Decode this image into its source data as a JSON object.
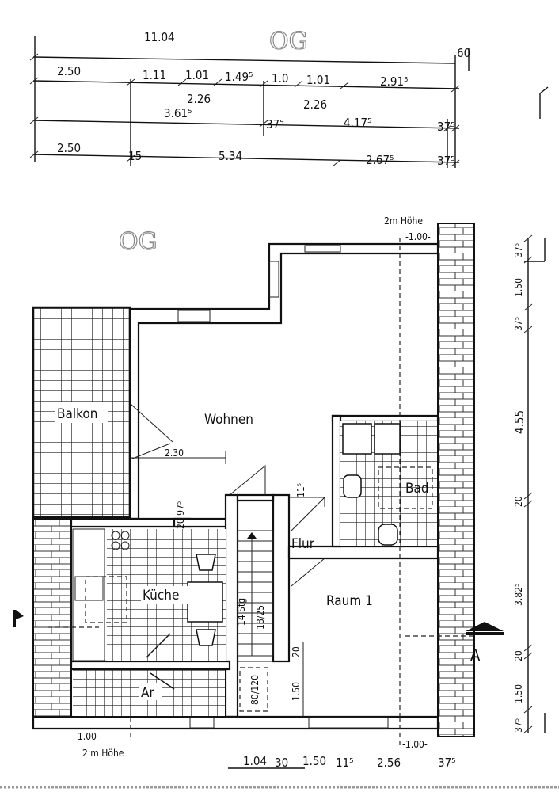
{
  "title_handwritten": "OG",
  "plan_label_handwritten": "OG",
  "top_dimensions": {
    "overall": "11.04",
    "overhang": "60",
    "row2": [
      "2.50",
      "1.11",
      "1.01",
      "1.49⁵",
      "1.0",
      "1.01",
      "2.91⁵"
    ],
    "row2_sub": [
      "2.26",
      "2.26"
    ],
    "row3": [
      "3.61⁵",
      "37⁵",
      "4.17⁵",
      "37⁵"
    ],
    "row4": [
      "2.50",
      "15",
      "5.34",
      "2.67⁵",
      "37⁵"
    ]
  },
  "right_dimensions": [
    "37⁵",
    "1.50",
    "37⁵",
    "4.55",
    "20",
    "3.82⁵",
    "20",
    "1.50",
    "37⁵"
  ],
  "bottom_dimensions": [
    "1.04",
    "30",
    "1.50",
    "11⁵",
    "2.56",
    "37⁵"
  ],
  "rooms": {
    "balkon": "Balkon",
    "wohnen": "Wohnen",
    "kueche": "Küche",
    "ar": "Ar",
    "bad": "Bad",
    "flur": "Flur",
    "raum1": "Raum 1"
  },
  "annotations": {
    "height_top": "2m Höhe",
    "height_top_dim": "-1.00-",
    "height_bottom_left": "2 m Höhe",
    "height_bottom_left_dim": "-1.00-",
    "height_bottom_right_dim": "-1.00-",
    "wohnen_width": "2.30",
    "kitchen_opening": "20 97⁵",
    "flur_dim": "11⁵",
    "stairs": "14 Stg",
    "stairs_ratio": "18/25",
    "raum_dim_20": "20",
    "raum_dim_150": "1.50",
    "window_size": "80/120",
    "section_label": "A"
  }
}
